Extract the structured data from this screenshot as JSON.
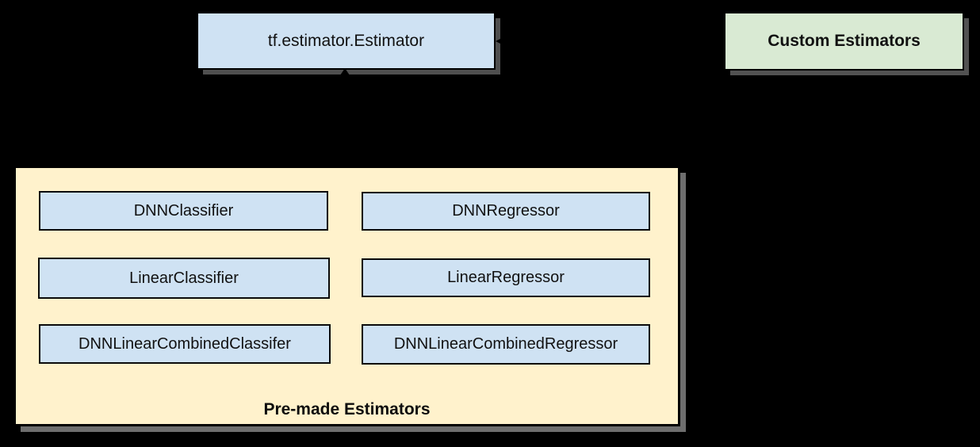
{
  "diagram": {
    "background_color": "#000000",
    "estimator_box": {
      "label": "tf.estimator.Estimator",
      "fill": "#cfe2f3",
      "border": "#000000",
      "shadow": "#4f4f4f"
    },
    "custom_box": {
      "label": "Custom Estimators",
      "fill": "#d9ead3",
      "border": "#000000",
      "shadow": "#525252"
    },
    "premade_box": {
      "label": "Pre-made Estimators",
      "fill": "#fff2cc",
      "border": "#000000",
      "shadow": "#6e6e6e",
      "items": [
        {
          "label": "DNNClassifier"
        },
        {
          "label": "DNNRegressor"
        },
        {
          "label": "LinearClassifier"
        },
        {
          "label": "LinearRegressor"
        },
        {
          "label": "DNNLinearCombinedClassifer"
        },
        {
          "label": "DNNLinearCombinedRegressor"
        }
      ]
    }
  }
}
